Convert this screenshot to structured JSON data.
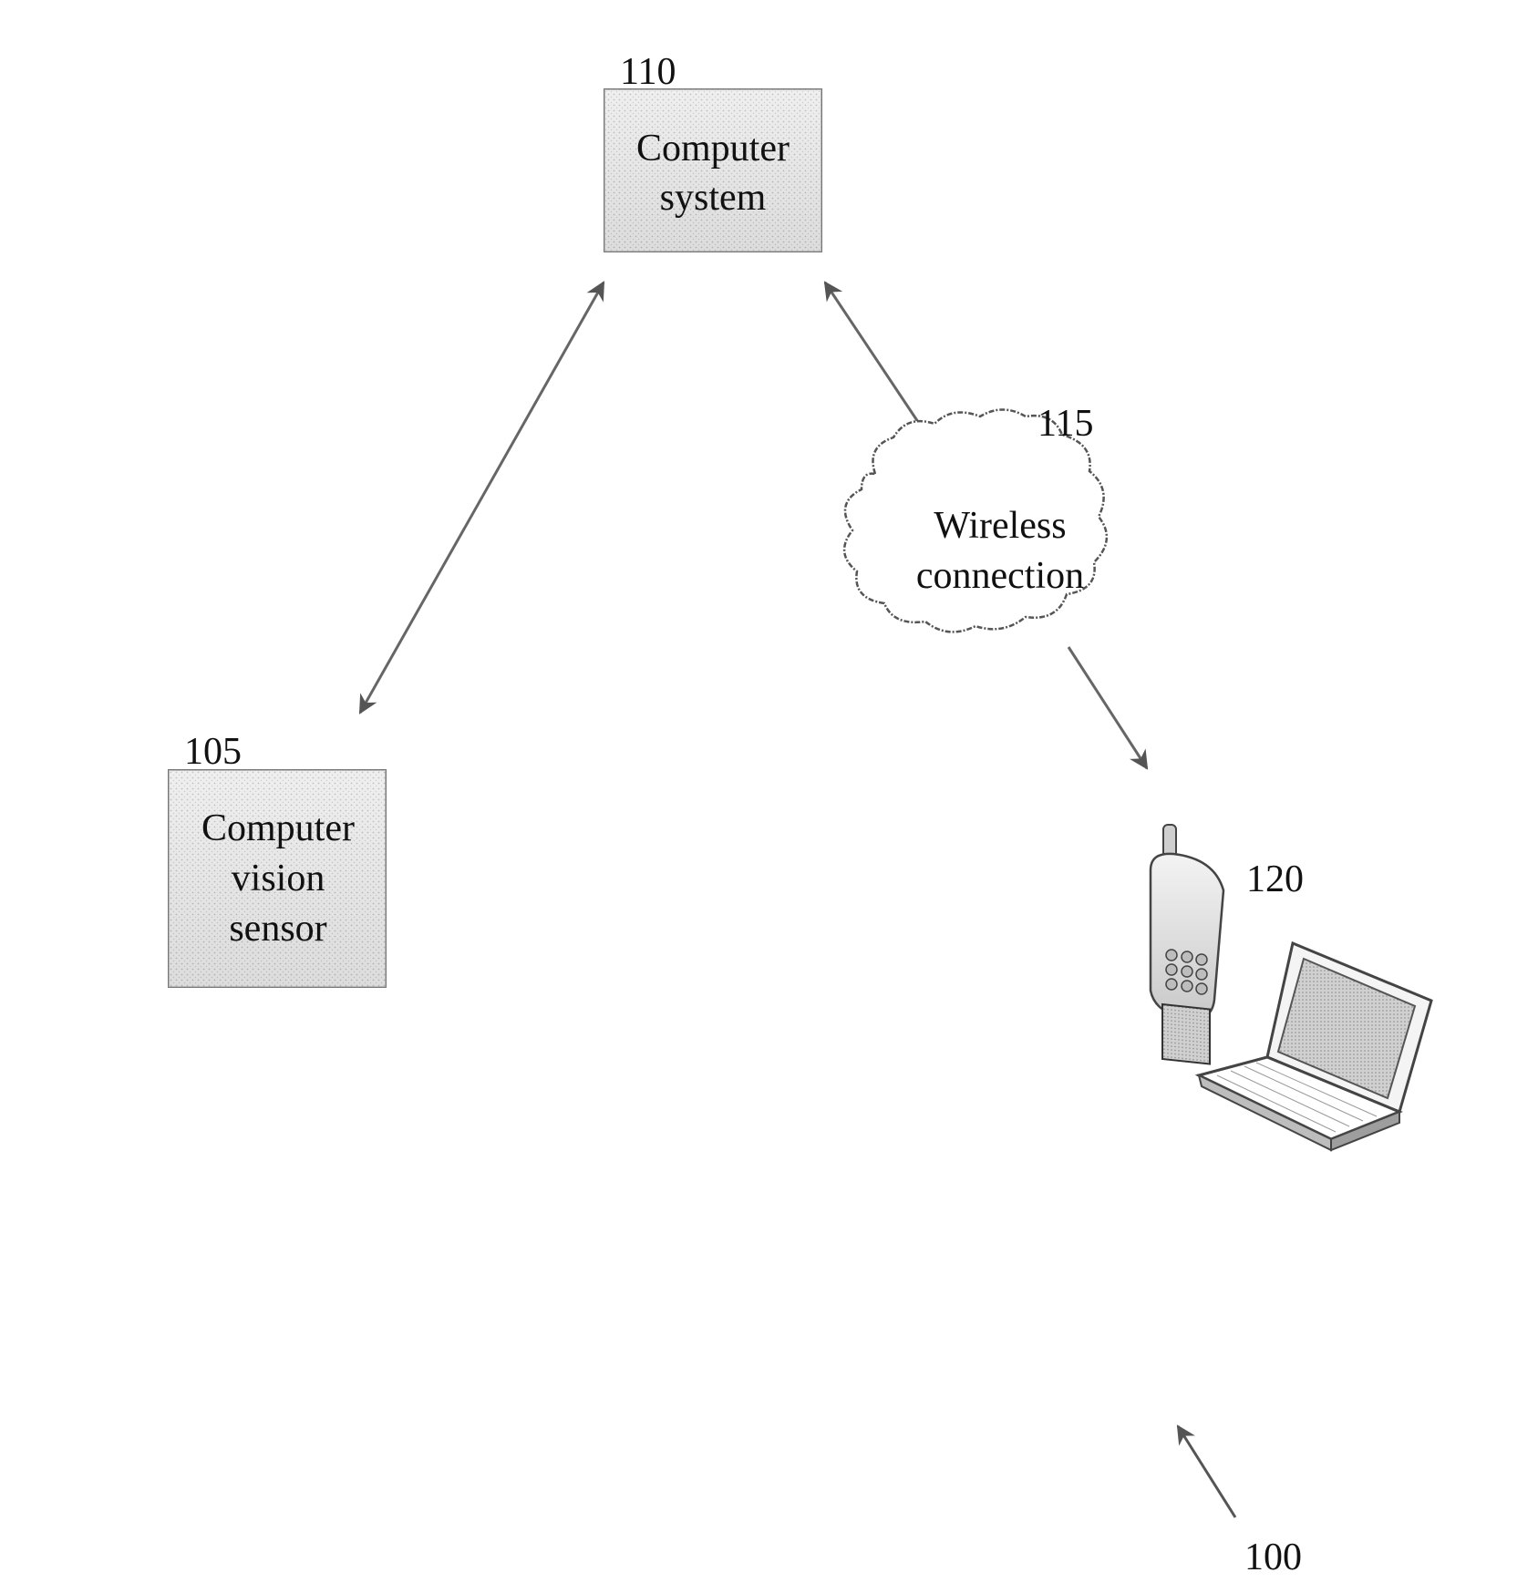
{
  "figure_ref": "100",
  "nodes": {
    "computer_system": {
      "ref": "110",
      "lines": [
        "Computer",
        "system"
      ]
    },
    "vision_sensor": {
      "ref": "105",
      "lines": [
        "Computer",
        "vision",
        "sensor"
      ]
    },
    "wireless": {
      "ref": "115",
      "lines": [
        "Wireless",
        "connection"
      ]
    },
    "devices": {
      "ref": "120",
      "items": [
        "mobile-phone",
        "laptop"
      ]
    }
  },
  "edges": [
    {
      "from": "vision_sensor",
      "to": "computer_system",
      "direction": "bidirectional"
    },
    {
      "from": "wireless",
      "to": "computer_system",
      "direction": "to"
    },
    {
      "from": "wireless",
      "to": "devices",
      "direction": "to"
    }
  ],
  "colors": {
    "box_fill": "#d9d9d9",
    "line": "#555555",
    "text": "#111111"
  }
}
